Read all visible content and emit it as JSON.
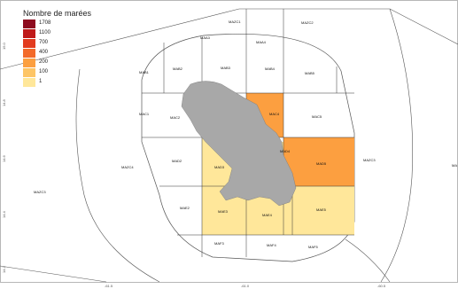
{
  "legend": {
    "title": "Nombre de marées",
    "items": [
      {
        "label": "1708",
        "color": "#8e0b1f"
      },
      {
        "label": "1100",
        "color": "#bf1a1a"
      },
      {
        "label": "700",
        "color": "#e23b1e"
      },
      {
        "label": "400",
        "color": "#f36a2a"
      },
      {
        "label": "200",
        "color": "#fc9f40"
      },
      {
        "label": "100",
        "color": "#fdc566"
      },
      {
        "label": "1",
        "color": "#ffe79a"
      }
    ]
  },
  "axes": {
    "lat_labels": [
      "15.0",
      "14.8",
      "14.6",
      "14.4",
      "14.2"
    ],
    "lon_labels": [
      "-61.5",
      "-61.0",
      "-60.5"
    ]
  },
  "zones": [
    {
      "code": "MAZC1"
    },
    {
      "code": "MAZC2"
    },
    {
      "code": "MAA3"
    },
    {
      "code": "MAA4"
    },
    {
      "code": "MAB1"
    },
    {
      "code": "MAB2"
    },
    {
      "code": "MAB3"
    },
    {
      "code": "MAB4"
    },
    {
      "code": "MAB5"
    },
    {
      "code": "MAC1"
    },
    {
      "code": "MAC2"
    },
    {
      "code": "MAC4"
    },
    {
      "code": "MAC5"
    },
    {
      "code": "MAZC4"
    },
    {
      "code": "MAD2"
    },
    {
      "code": "MAD3"
    },
    {
      "code": "MAD4"
    },
    {
      "code": "MAD5"
    },
    {
      "code": "MAZC3"
    },
    {
      "code": "MAZC3"
    },
    {
      "code": "MAE2"
    },
    {
      "code": "MAE3"
    },
    {
      "code": "MAE4"
    },
    {
      "code": "MAE5"
    },
    {
      "code": "MAF3"
    },
    {
      "code": "MAF4"
    },
    {
      "code": "MAF5"
    },
    {
      "code": "MA"
    }
  ],
  "colors": {
    "land": "#a8a8a8",
    "grid_line": "#333333",
    "boundary": "#555555"
  }
}
